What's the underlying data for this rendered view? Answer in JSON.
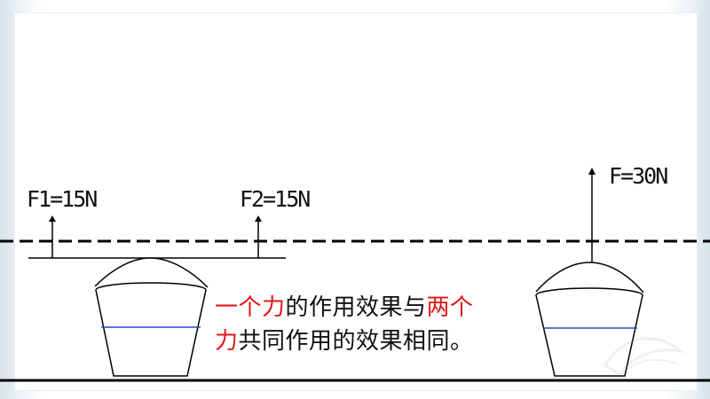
{
  "labels": {
    "left_force": "F1=15N",
    "right_force_left": "F2=15N",
    "combined_force": "F=30N"
  },
  "caption": {
    "line1_part1": "一个力",
    "line1_part2": "的作用效果与",
    "line1_part3": "两个",
    "line2_part1": "力",
    "line2_part2": "共同作用的效果相同。"
  },
  "colors": {
    "text": "#111111",
    "highlight": "#e01818",
    "water_line": "#2b43c8",
    "line": "#000000"
  }
}
